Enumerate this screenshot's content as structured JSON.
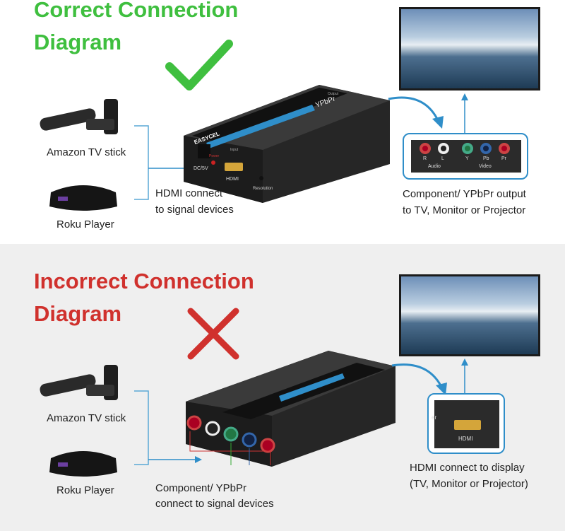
{
  "correct": {
    "title_line1": "Correct Connection",
    "title_line2": "Diagram",
    "icon": "check-mark-icon",
    "source_1": "Amazon TV stick",
    "source_2": "Roku Player",
    "input_caption_line1": "HDMI connect",
    "input_caption_line2": "to signal devices",
    "device_labels": {
      "brand": "EASYCEL",
      "input": "Input",
      "output": "Output",
      "ypbpr": "YPbPr",
      "dc": "DC/5V",
      "power": "Power",
      "hdmi": "HDMI",
      "resolution": "Resolution"
    },
    "port_labels": [
      "R",
      "L",
      "Y",
      "Pb",
      "Pr"
    ],
    "port_groups": [
      "Audio",
      "Video"
    ],
    "output_caption_line1": "Component/ YPbPr output",
    "output_caption_line2": "to TV, Monitor or Projector"
  },
  "incorrect": {
    "title_line1": "Incorrect Connection",
    "title_line2": "Diagram",
    "icon": "x-mark-icon",
    "source_1": "Amazon TV stick",
    "source_2": "Roku Player",
    "input_caption_line1": "Component/ YPbPr",
    "input_caption_line2": "connect to signal devices",
    "hdmi_panel_label": "HDMI",
    "hdmi_panel_partial": "er",
    "output_caption_line1": "HDMI connect to display",
    "output_caption_line2": "(TV, Monitor or Projector)"
  },
  "colors": {
    "green": "#3fbf3f",
    "red": "#d0312d",
    "accent": "#2f8ec9"
  }
}
